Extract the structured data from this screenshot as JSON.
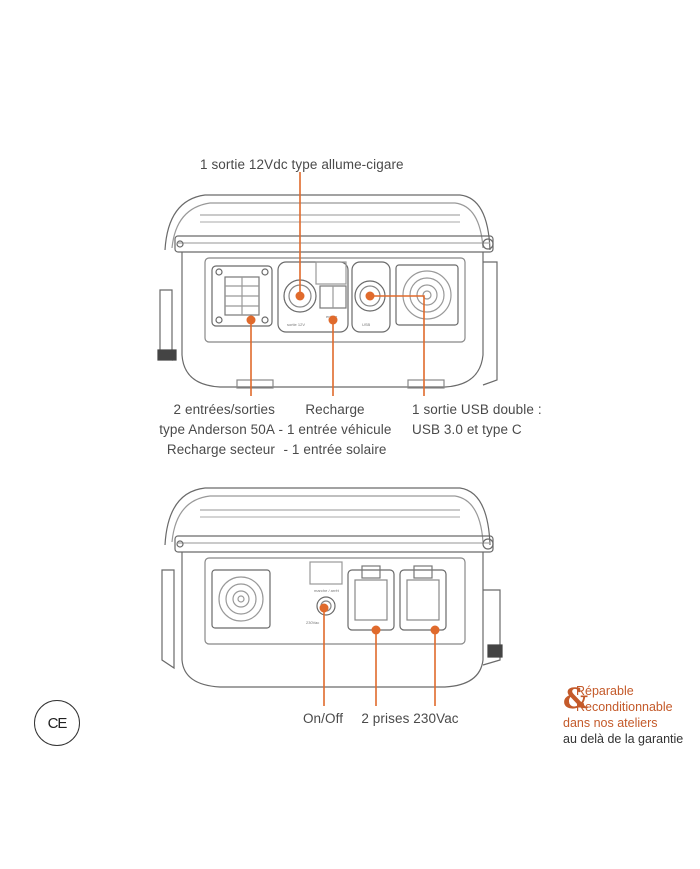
{
  "top_view": {
    "label_cigarette": "1 sortie 12Vdc type allume-cigare",
    "label_anderson": [
      "2 entrées/sorties",
      "type Anderson 50A",
      "Recharge secteur"
    ],
    "label_recharge": [
      "Recharge",
      "- 1 entrée véhicule",
      "- 1 entrée solaire"
    ],
    "label_usb": [
      "1 sortie USB double :",
      "USB 3.0 et type C"
    ]
  },
  "bottom_view": {
    "label_onoff": "On/Off",
    "label_outlets": "2 prises 230Vac"
  },
  "certification": {
    "mark": "CE"
  },
  "repair_badge": {
    "logo": "&",
    "line1": "Réparable",
    "line2": "Reconditionnable",
    "line3": "dans nos ateliers",
    "line4": "au delà de la garantie"
  },
  "colors": {
    "accent": "#e06a2c",
    "line_art": "#555555",
    "text": "#4a4a4a"
  }
}
